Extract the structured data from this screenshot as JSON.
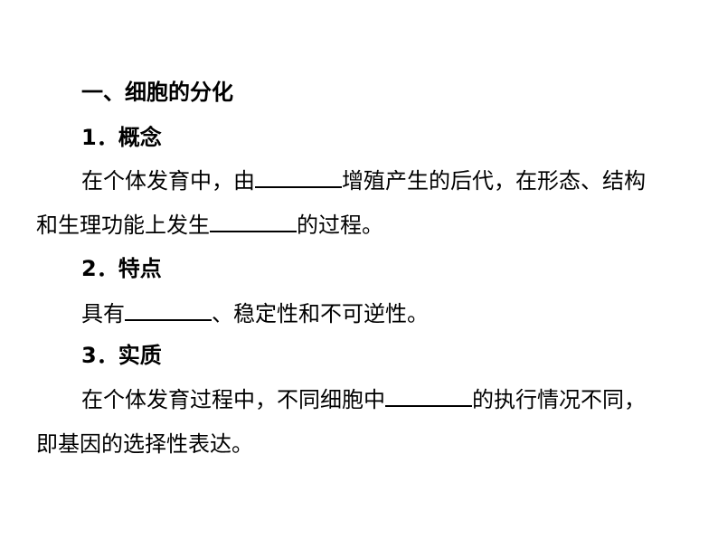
{
  "section": {
    "title": "一、细胞的分化"
  },
  "concept": {
    "heading": "1．概念",
    "line1_before": "在个体发育中，由",
    "line1_after": "增殖产生的后代，在形态、结构",
    "line2_before": "和生理功能上发生",
    "line2_after": "的过程。"
  },
  "features": {
    "heading": "2．特点",
    "line_before": "具有",
    "line_after": "、稳定性和不可逆性。"
  },
  "essence": {
    "heading": "3．实质",
    "line1_before": "在个体发育过程中，不同细胞中",
    "line1_after": "的执行情况不同，",
    "line2": "即基因的选择性表达。"
  }
}
